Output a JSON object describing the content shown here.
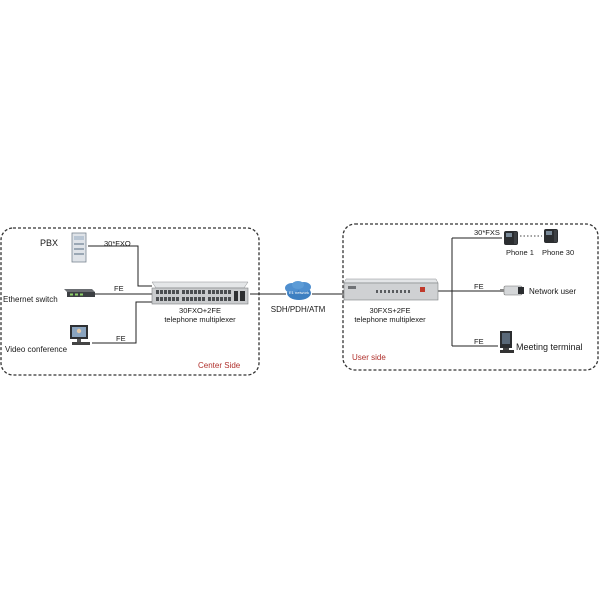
{
  "center": {
    "zone_label": "Center Side",
    "pbx_label": "PBX",
    "pbx_link": "30*FXO",
    "ethernet_label": "Ethernet switch",
    "ethernet_link": "FE",
    "video_label": "Video conference",
    "video_link": "FE",
    "device_line1": "30FXO+2FE",
    "device_line2": "telephone multiplexer"
  },
  "network": {
    "cloud_label": "E1 network",
    "transport_label": "SDH/PDH/ATM"
  },
  "user": {
    "zone_label": "User side",
    "device_line1": "30FXS+2FE",
    "device_line2": "telephone multiplexer",
    "phone_link": "30*FXS",
    "phone1_label": "Phone 1",
    "phone30_label": "Phone 30",
    "network_link": "FE",
    "network_user_label": "Network user",
    "meeting_link": "FE",
    "meeting_label": "Meeting terminal"
  },
  "colors": {
    "zone_border": "#333333",
    "zone_label": "#b0302c",
    "device_body": "#c9cbcd",
    "cloud": "#3d7fc1",
    "wire": "#222222"
  }
}
